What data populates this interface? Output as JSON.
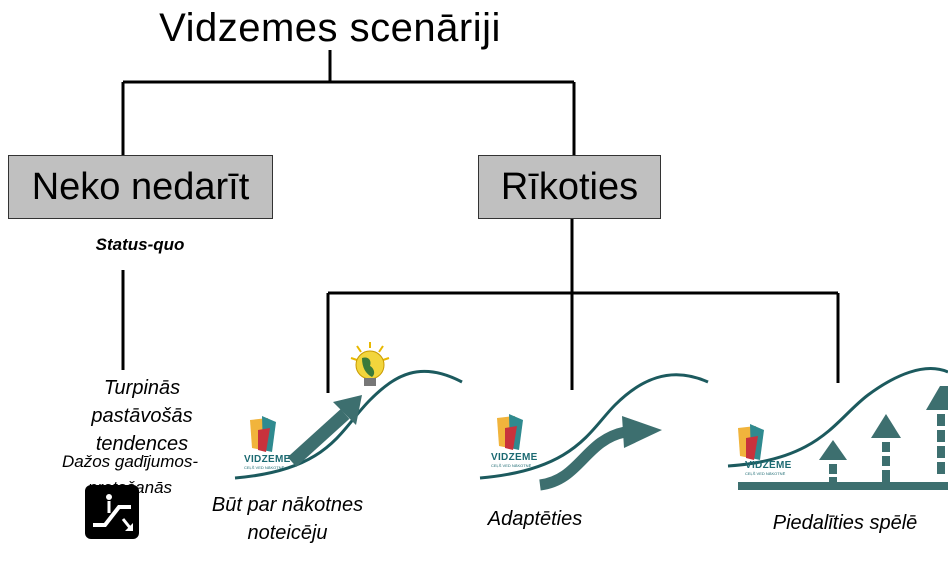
{
  "title": "Vidzemes scenāriji",
  "branches": {
    "left": {
      "label": "Neko nedarīt",
      "subtitle": "Status-quo",
      "text1": "Turpinās pastāvošās tendences",
      "text2": "Dažos gadījumos- pretošanās"
    },
    "right": {
      "label": "Rīkoties"
    }
  },
  "options": [
    {
      "caption": "Būt par nākotnes noteicēju"
    },
    {
      "caption": "Adaptēties"
    },
    {
      "caption": "Piedalīties spēlē"
    }
  ],
  "logo": {
    "text": "VIDZEME",
    "sub": "CEĻŠ VED NĀKOTNĒ"
  },
  "icons": [
    "lightbulb-globe-icon",
    "escalator-down-icon",
    "arrow-icon"
  ],
  "colors": {
    "box": "#c0c0c0",
    "curve": "#1c5a5e",
    "arrow": "#3d6f6f"
  }
}
